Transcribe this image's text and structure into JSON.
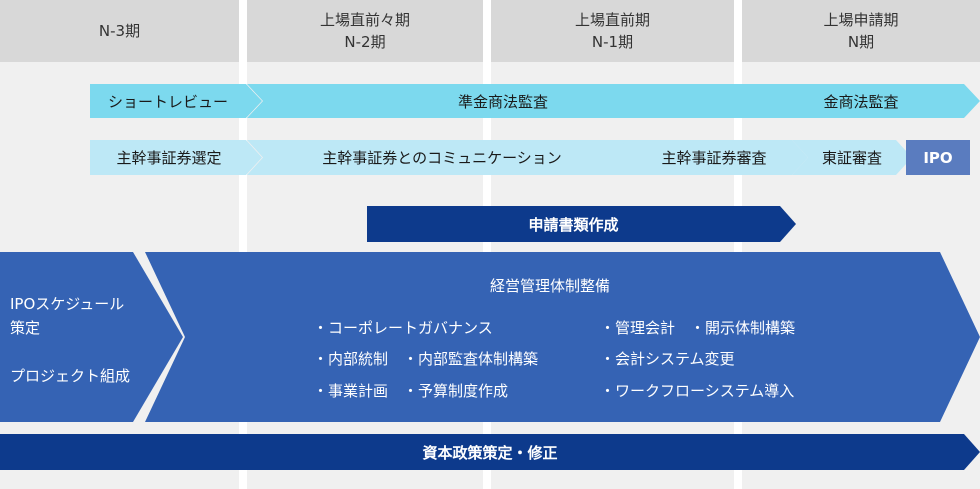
{
  "periods": [
    {
      "line1": "",
      "line2": "N-3期"
    },
    {
      "line1": "上場直前々期",
      "line2": "N-2期"
    },
    {
      "line1": "上場直前期",
      "line2": "N-1期"
    },
    {
      "line1": "上場申請期",
      "line2": "N期"
    }
  ],
  "review_row": {
    "short_review": "ショートレビュー",
    "quasi_audit": "準金商法監査",
    "full_audit": "金商法監査"
  },
  "underwriter_row": {
    "select": "主幹事証券選定",
    "communication": "主幹事証券とのコミュニケーション",
    "review": "主幹事証券審査",
    "tse_review": "東証審査",
    "ipo": "IPO"
  },
  "application_docs": "申請書類作成",
  "left_block": {
    "item1_line1": "IPOスケジュール",
    "item1_line2": "策定",
    "item2": "プロジェクト組成"
  },
  "management": {
    "title": "経営管理体制整備",
    "col1": [
      "・コーポレートガバナンス",
      "・内部統制　・内部監査体制構築",
      "・事業計画　・予算制度作成"
    ],
    "col2": [
      "・管理会計　・開示体制構築",
      "・会計システム変更",
      "・ワークフローシステム導入"
    ]
  },
  "capital_policy": "資本政策策定・修正",
  "colors": {
    "header_bg": "#d8d8d8",
    "column_bg": "#f0f0f0",
    "light_cyan": "#7cd9ee",
    "pale_cyan": "#bde8f6",
    "ipo_box": "#5a7cbf",
    "navy": "#0d3a8c",
    "royal_blue": "#3563b4"
  }
}
